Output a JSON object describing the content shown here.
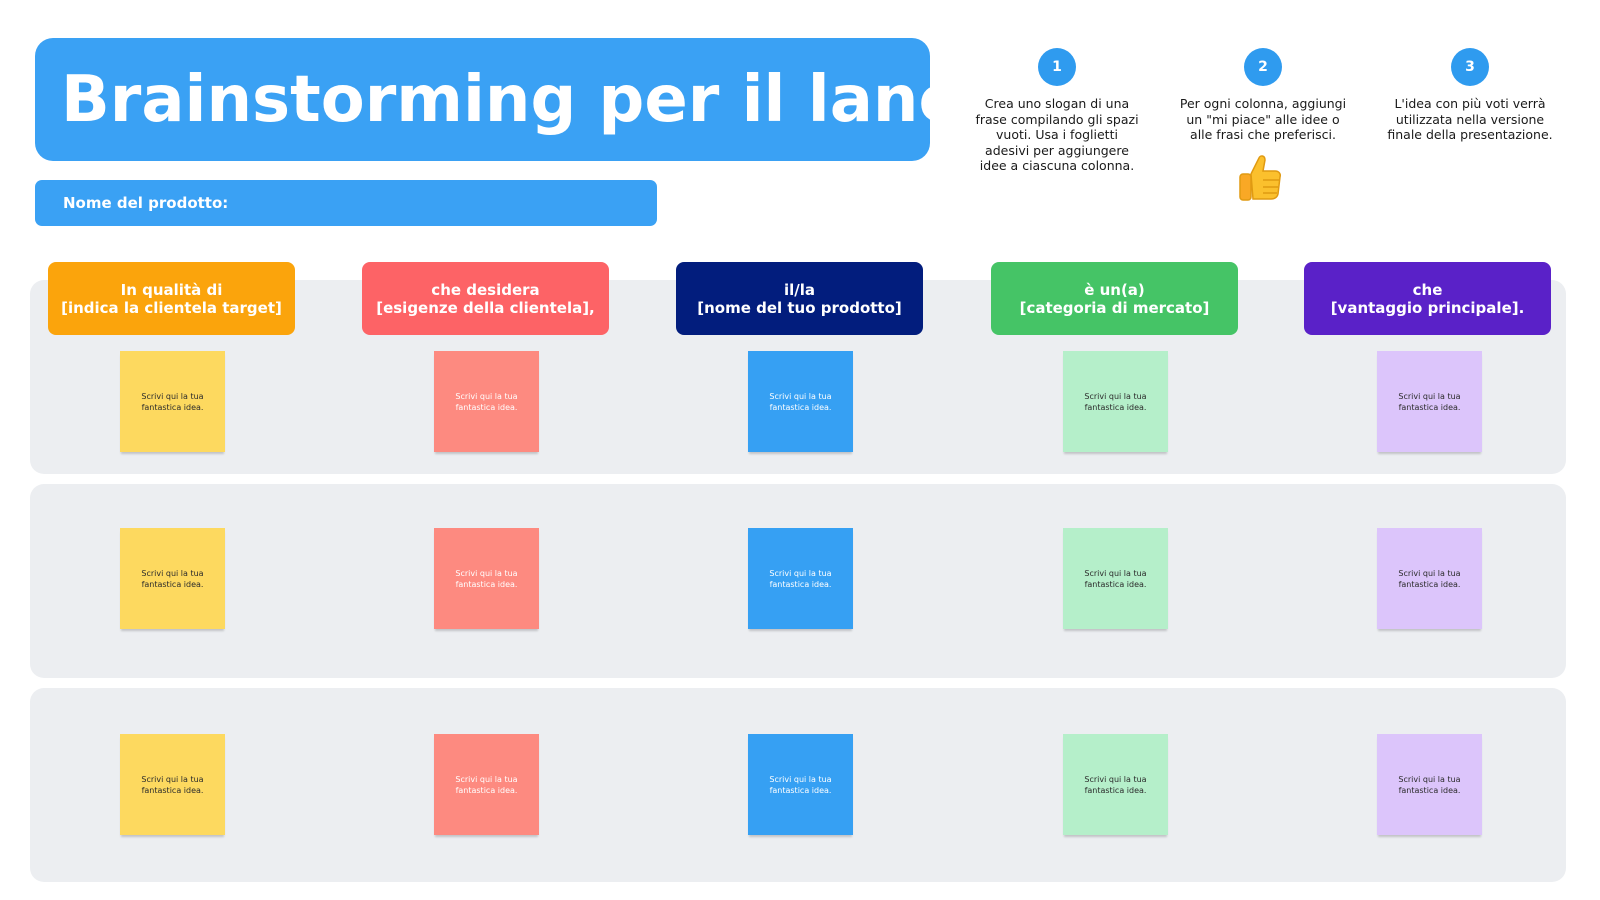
{
  "title": "Brainstorming per il lancio",
  "product_label": "Nome del prodotto:",
  "colors": {
    "title_bg": "#3aa1f4",
    "step_circle": "#2f9bef",
    "row_band": "#eceef1"
  },
  "steps": [
    {
      "number": "1",
      "text": "Crea uno slogan di una frase compilando gli spazi vuoti. Usa i foglietti adesivi per aggiungere idee a ciascuna colonna."
    },
    {
      "number": "2",
      "text": "Per ogni colonna, aggiungi un \"mi piace\" alle idee o alle frasi che preferisci.",
      "icon": "thumbs-up-icon"
    },
    {
      "number": "3",
      "text": "L'idea con più voti verrà utilizzata nella versione finale della presentazione."
    }
  ],
  "columns": [
    {
      "line1": "In qualità di",
      "line2": "[indica la clientela target]",
      "color": "#fba40c",
      "note_color": "#fdd95f",
      "note_text_color": "#2b2b2b"
    },
    {
      "line1": "che desidera",
      "line2": "[esigenze della clientela],",
      "color": "#fd6366",
      "note_color": "#fd8a80",
      "note_text_color": "#ffffff"
    },
    {
      "line1": "il/la",
      "line2": "[nome del tuo prodotto]",
      "color": "#021d7d",
      "note_color": "#36a0f3",
      "note_text_color": "#ffffff"
    },
    {
      "line1": "è un(a)",
      "line2": "[categoria di mercato]",
      "color": "#45c466",
      "note_color": "#b5efca",
      "note_text_color": "#2b2b2b"
    },
    {
      "line1": "che",
      "line2": "[vantaggio principale].",
      "color": "#5a21c8",
      "note_color": "#dcc5fb",
      "note_text_color": "#2b2b2b"
    }
  ],
  "sticky_note_text": "Scrivi qui la tua fantastica idea.",
  "rows": 3
}
